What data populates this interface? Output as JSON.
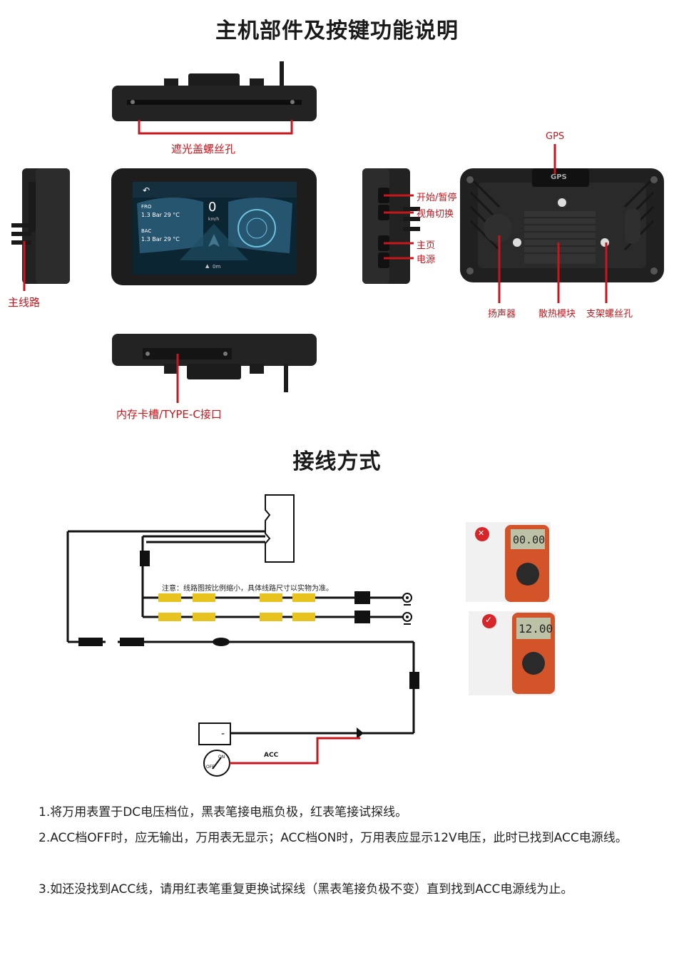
{
  "section1": {
    "title": "主机部件及按键功能说明",
    "labels": {
      "sunshade_screw": "遮光盖螺丝孔",
      "main_cable": "主线路",
      "start_pause": "开始/暂停",
      "view_switch": "视角切换",
      "home": "主页",
      "power": "电源",
      "gps": "GPS",
      "speaker": "扬声器",
      "heat_sink": "散热模块",
      "bracket_screw": "支架螺丝孔",
      "card_slot": "内存卡槽/TYPE-C接口"
    },
    "screen": {
      "fro_label": "FRO",
      "fro_value": "1.3 Bar 29 °C",
      "bac_label": "BAC",
      "bac_value": "1.3 Bar 29 °C",
      "speed": "0",
      "speed_unit": "km/h",
      "distance": "0m"
    },
    "gps_tag": "GPS"
  },
  "section2": {
    "title": "接线方式",
    "note": "注意：线路图按比例缩小，具体线路尺寸以实物为准。",
    "acc_label": "ACC",
    "switch_on": "ON",
    "switch_off": "OFF",
    "meter_wrong": "00.00",
    "meter_right": "12.00",
    "colors": {
      "wire_red": "#c8161d",
      "connector_yellow": "#e8c21f"
    }
  },
  "instructions": [
    "1.将万用表置于DC电压档位，黑表笔接电瓶负极，红表笔接试探线。",
    "2.ACC档OFF时，应无输出，万用表无显示；ACC档ON时，万用表应显示12V电压，此时已找到ACC电源线。",
    "3.如还没找到ACC线，请用红表笔重复更换试探线（黑表笔接负极不变）直到找到ACC电源线为止。"
  ]
}
